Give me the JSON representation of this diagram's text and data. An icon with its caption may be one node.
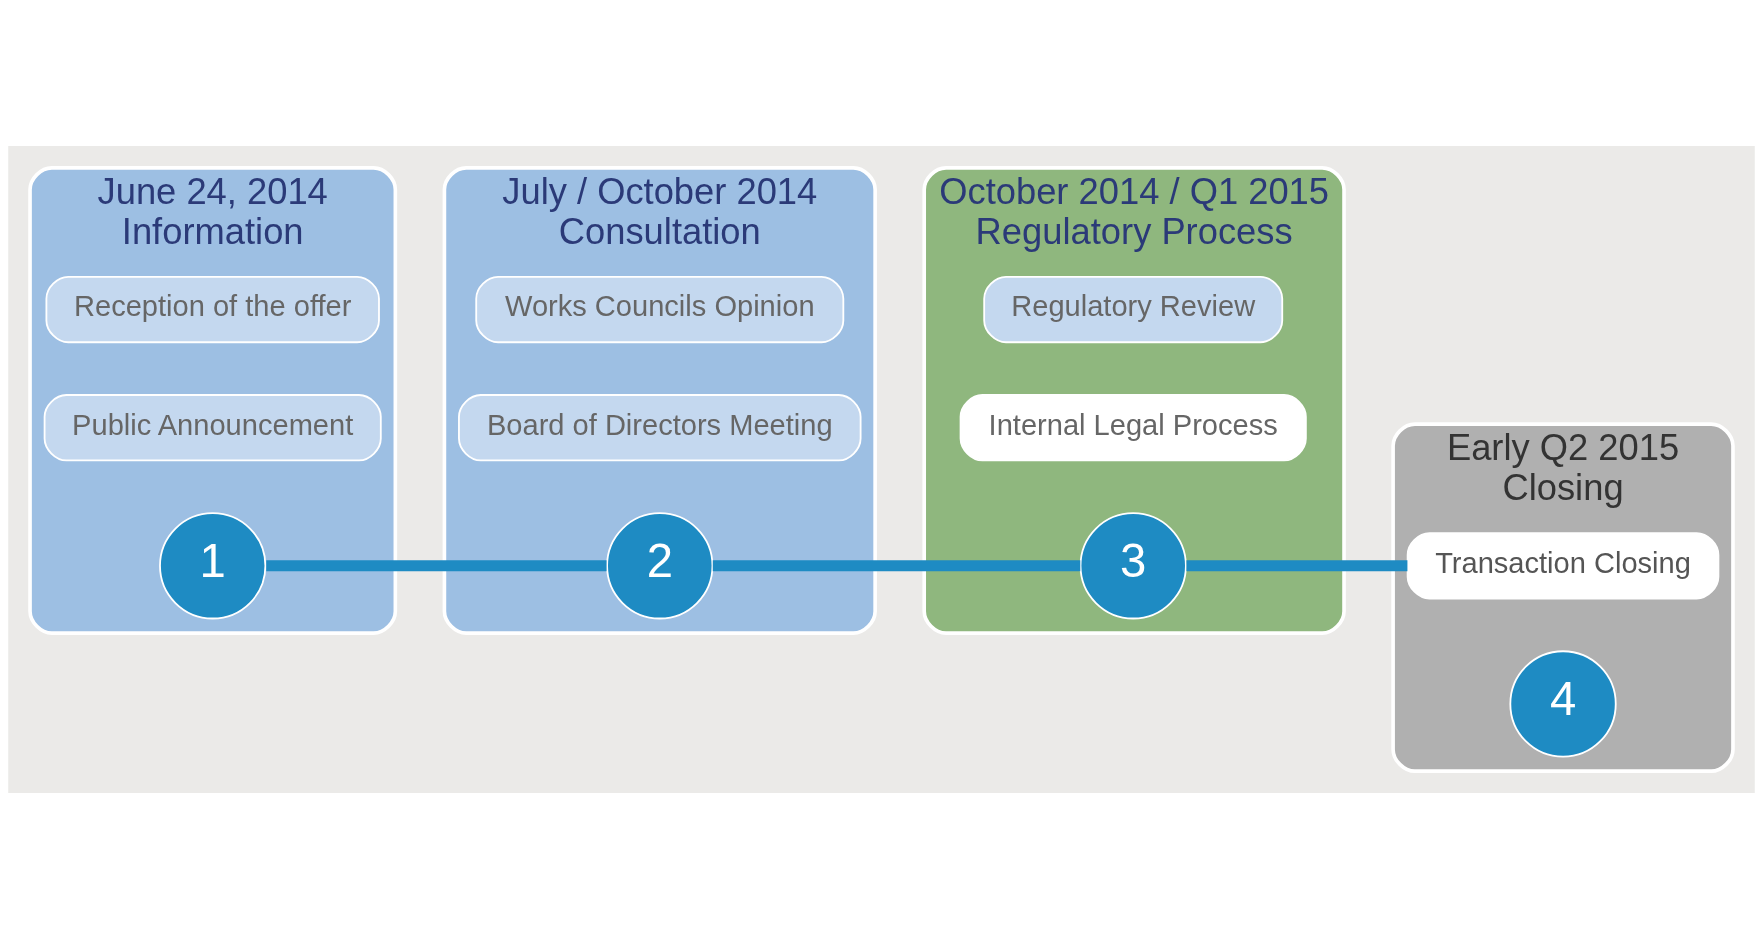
{
  "diagram": {
    "nodes": [
      {
        "text": [
          "June 24, 2014",
          "Information"
        ]
      },
      {
        "text": [
          "Reception of the offer"
        ],
        "in": 0
      },
      {
        "text": [
          "Public Announcement"
        ],
        "in": 0
      },
      {
        "text": [
          "1"
        ],
        "in": 0
      },
      {
        "text": [
          "July / October 2014",
          "Consultation"
        ]
      },
      {
        "text": [
          "Works Councils Opinion"
        ],
        "in": 4
      },
      {
        "text": [
          "Board of Directors Meeting"
        ],
        "in": 4
      },
      {
        "text": [
          "2"
        ],
        "in": 4
      },
      {
        "text": [
          "October 2014 / Q1 2015",
          "Regulatory Process"
        ]
      },
      {
        "text": [
          "Regulatory Review"
        ],
        "in": 8
      },
      {
        "text": [
          "Internal Legal Process"
        ],
        "in": 8
      },
      {
        "text": [
          "3"
        ],
        "in": 8
      },
      {
        "text": [
          "Early Q2 2015",
          "Closing"
        ]
      },
      {
        "text": [
          "Transaction Closing"
        ],
        "in": 12
      },
      {
        "text": [
          "4"
        ],
        "in": 12
      }
    ],
    "edges": [
      {
        "from": 3,
        "to": 7,
        "arrow": "none"
      },
      {
        "from": 7,
        "to": 11,
        "arrow": "none"
      },
      {
        "from": 11,
        "to": 13,
        "arrow": "none"
      }
    ]
  }
}
